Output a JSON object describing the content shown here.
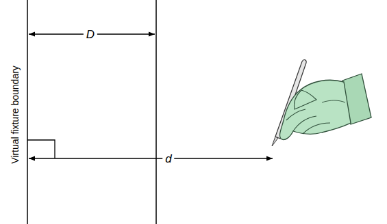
{
  "diagram": {
    "labels": [
      "Virtual fixture boundary",
      "D",
      "d"
    ]
  }
}
